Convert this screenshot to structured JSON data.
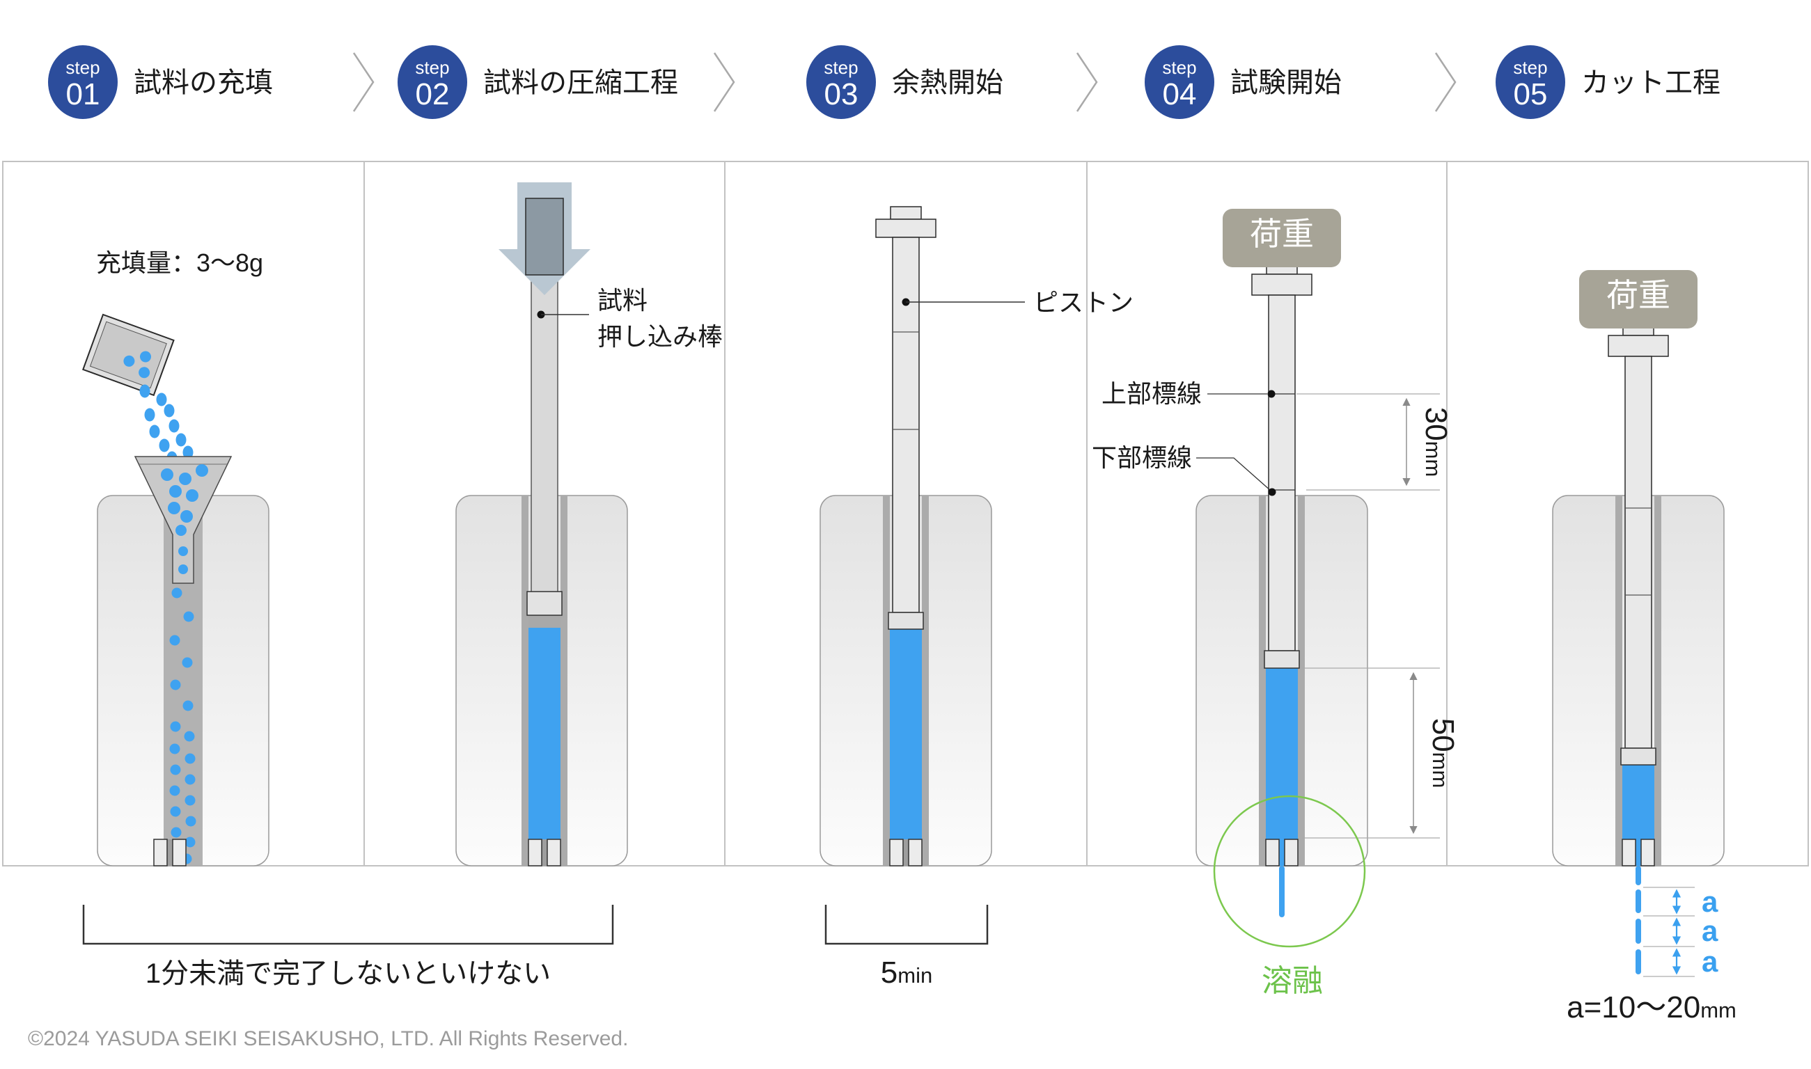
{
  "header": {
    "step_word": "step",
    "steps": [
      {
        "num": "01",
        "label": "試料の充填"
      },
      {
        "num": "02",
        "label": "試料の圧縮工程"
      },
      {
        "num": "03",
        "label": "余熱開始"
      },
      {
        "num": "04",
        "label": "試験開始"
      },
      {
        "num": "05",
        "label": "カット工程"
      }
    ]
  },
  "panel1": {
    "fill_amount": "充填量：3〜8g",
    "note": "1分未満で完了しないといけない"
  },
  "panel2": {
    "rod_label_line1": "試料",
    "rod_label_line2": "押し込み棒"
  },
  "panel3": {
    "piston_label": "ピストン",
    "preheat_value": "5",
    "preheat_unit": "min"
  },
  "panel4": {
    "load_label": "荷重",
    "upper_mark_label": "上部標線",
    "lower_mark_label": "下部標線",
    "dim_upper_value": "30",
    "dim_upper_unit": "mm",
    "dim_lower_value": "50",
    "dim_lower_unit": "mm",
    "melt_label": "溶融"
  },
  "panel5": {
    "load_label": "荷重",
    "cut_length_label": "a",
    "cut_formula_value": "a=10〜20",
    "cut_formula_unit": "mm"
  },
  "footer": {
    "copyright": "©2024 YASUDA SEIKI SEISAKUSHO, LTD. All Rights Reserved."
  },
  "colors": {
    "step_circle_blue": "#2c4d9c",
    "sample_blue": "#3fa2f0",
    "load_box_olive": "#a7a497",
    "melt_green": "#6cc24a",
    "arrow_blue_gray": "#b9c7d2",
    "rod_handle_slate": "#8c99a3",
    "channel_gray": "#b2b2b2",
    "panel_border_gray": "#c2c2c2"
  }
}
